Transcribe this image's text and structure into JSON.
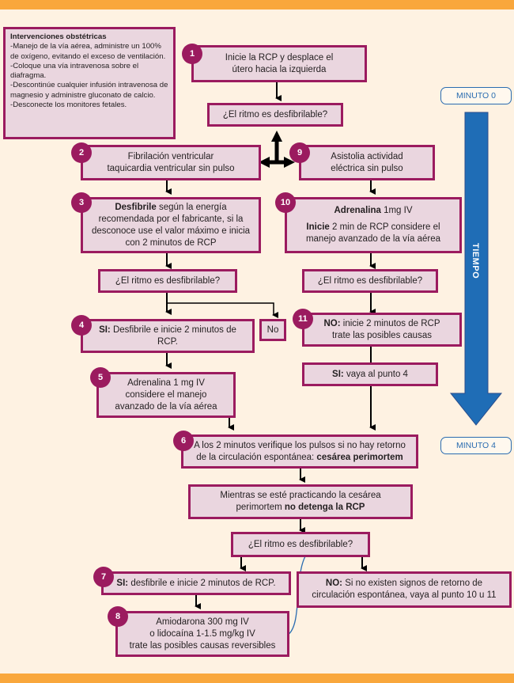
{
  "colors": {
    "background": "#fef2e2",
    "band": "#f9a73c",
    "box_fill": "#ead6df",
    "box_border": "#9b1b5f",
    "badge": "#9b1b5f",
    "time_arrow": "#1f6db6"
  },
  "notes": {
    "title": "Intervenciones obstétricas",
    "lines": [
      "-Manejo de la vía aérea, administre un 100% de oxígeno, evitando el exceso de ventilación.",
      "-Coloque una vía intravenosa sobre el diafragma.",
      "-Descontinúe cualquier infusión intravenosa de magnesio y administre gluconato de calcio.",
      "-Desconecte los monitores fetales."
    ]
  },
  "timeline": {
    "start_label": "MINUTO 0",
    "end_label": "MINUTO 4",
    "axis_label": "TIEMPO"
  },
  "steps": {
    "s1": {
      "badge": "1",
      "text": "Inicie la RCP y desplace el útero hacia la izquierda"
    },
    "q1": {
      "text": "¿El ritmo es desfibrilable?"
    },
    "s2": {
      "badge": "2",
      "line1": "Fibrilación ventricular",
      "line2": "taquicardia ventricular sin pulso"
    },
    "s9": {
      "badge": "9",
      "line1": "Asistolia actividad",
      "line2": "eléctrica sin pulso"
    },
    "s3": {
      "badge": "3",
      "bold": "Desfibrile",
      "text": " según la energía recomendada por el fabricante, si la desconoce use el valor máximo e inicia con 2 minutos de RCP"
    },
    "s10": {
      "badge": "10",
      "bold1": "Adrenalina",
      "text1": " 1mg IV",
      "bold2": "Inicie",
      "text2": " 2 min de RCP considere el manejo avanzado de la vía aérea"
    },
    "q2": {
      "text": "¿El ritmo es desfibrilable?"
    },
    "q3": {
      "text": "¿El ritmo es desfibrilable?"
    },
    "s4": {
      "badge": "4",
      "bold": "SI:",
      "text": " Desfibrile e inicie 2 minutos de RCP."
    },
    "no": {
      "text": "No"
    },
    "s11": {
      "badge": "11",
      "bold": "NO:",
      "text": " inicie 2 minutos de RCP trate las posibles causas"
    },
    "s5": {
      "badge": "5",
      "line1": "Adrenalina 1 mg IV",
      "line2": "considere el manejo",
      "line3": "avanzado de la vía aérea"
    },
    "si4": {
      "bold": "SI:",
      "text": " vaya al punto 4"
    },
    "s6": {
      "badge": "6",
      "text": "A los 2 minutos verifique los pulsos si no hay retorno de la circulación espontánea: ",
      "bold": "cesárea perimortem"
    },
    "mientras": {
      "text": "Mientras se esté practicando la cesárea perimortem ",
      "bold": "no detenga la RCP"
    },
    "q4": {
      "text": "¿El ritmo es desfibrilable?"
    },
    "s7": {
      "badge": "7",
      "bold": "SI:",
      "text": " desfibrile e inicie 2 minutos de RCP."
    },
    "noFinal": {
      "bold": "NO:",
      "text": " Si no existen signos de retorno de circulación espontánea, vaya al punto 10 u 11"
    },
    "s8": {
      "badge": "8",
      "line1": "Amiodarona 300 mg IV",
      "line2": "o lidocaína 1-1.5 mg/kg IV",
      "line3": "trate las posibles causas reversibles"
    }
  }
}
